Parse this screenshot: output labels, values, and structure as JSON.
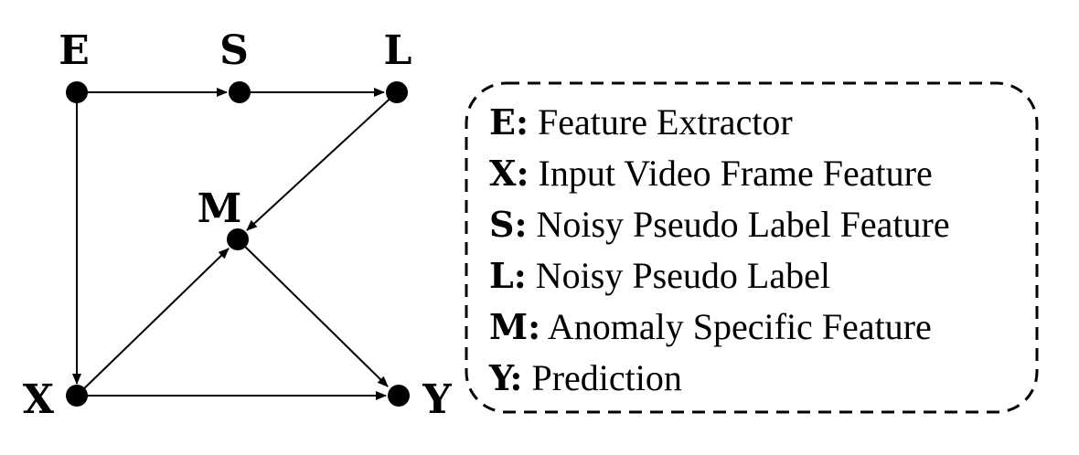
{
  "nodes": [
    {
      "id": "E",
      "label": "E"
    },
    {
      "id": "S",
      "label": "S"
    },
    {
      "id": "L",
      "label": "L"
    },
    {
      "id": "M",
      "label": "M"
    },
    {
      "id": "X",
      "label": "X"
    },
    {
      "id": "Y",
      "label": "Y"
    }
  ],
  "edges": [
    {
      "from": "E",
      "to": "S"
    },
    {
      "from": "S",
      "to": "L"
    },
    {
      "from": "E",
      "to": "X"
    },
    {
      "from": "L",
      "to": "M"
    },
    {
      "from": "X",
      "to": "M"
    },
    {
      "from": "M",
      "to": "Y"
    },
    {
      "from": "X",
      "to": "Y"
    }
  ],
  "legend": {
    "items": [
      {
        "key": "E:",
        "text": "Feature Extractor"
      },
      {
        "key": "X:",
        "text": "Input Video Frame Feature"
      },
      {
        "key": "S:",
        "text": "Noisy Pseudo Label Feature"
      },
      {
        "key": "L:",
        "text": "Noisy Pseudo Label"
      },
      {
        "key": "M:",
        "text": "Anomaly Specific Feature"
      },
      {
        "key": "Y:",
        "text": "Prediction"
      }
    ]
  }
}
